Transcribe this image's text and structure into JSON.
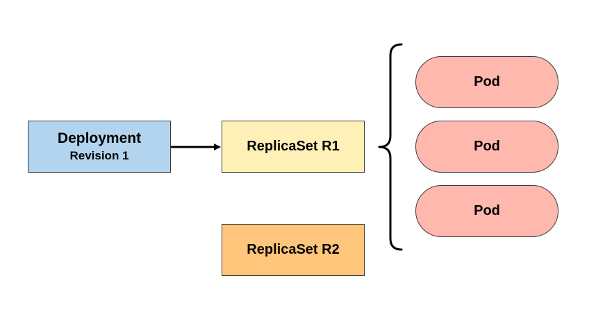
{
  "deployment": {
    "title": "Deployment",
    "subtitle": "Revision 1"
  },
  "replicasets": {
    "r1": "ReplicaSet R1",
    "r2": "ReplicaSet R2"
  },
  "pods": [
    "Pod",
    "Pod",
    "Pod"
  ],
  "colors": {
    "deployment_fill": "#b3d4ee",
    "replicaset_r1_fill": "#fff0b8",
    "replicaset_r2_fill": "#ffc57a",
    "pod_fill": "#ffb8ae",
    "stroke": "#3a3a3a",
    "connector": "#000000"
  }
}
